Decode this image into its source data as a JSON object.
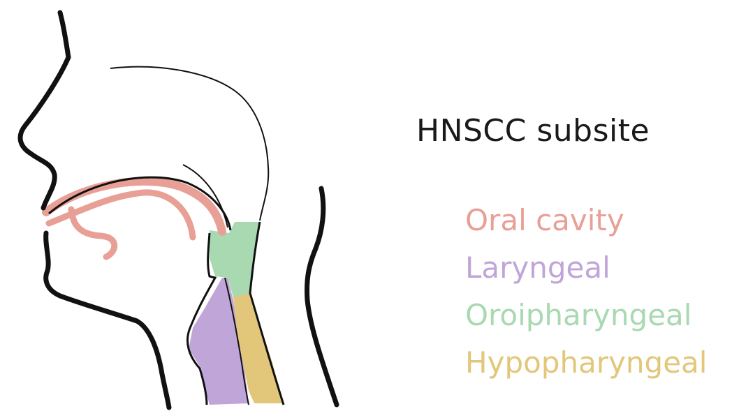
{
  "title": "HNSCC subsite",
  "legend": [
    {
      "label": "Oral cavity",
      "color": "#e8a096"
    },
    {
      "label": "Laryngeal",
      "color": "#c0a6d8"
    },
    {
      "label": "Oroipharyngeal",
      "color": "#a8d9b0"
    },
    {
      "label": "Hypopharyngeal",
      "color": "#e2c77a"
    }
  ],
  "colors": {
    "outline": "#111111",
    "oral": "#e8a096",
    "laryngeal": "#c0a6d8",
    "oropharyngeal": "#a8d9b0",
    "hypopharyngeal": "#e2c77a"
  }
}
